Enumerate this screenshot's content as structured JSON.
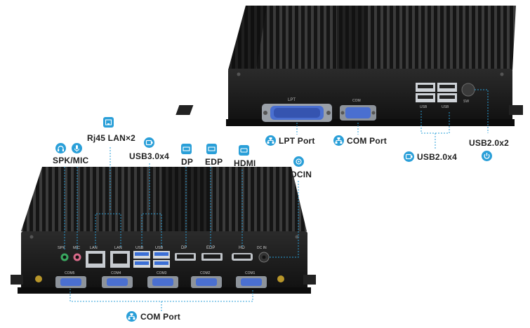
{
  "labels": {
    "lpt_port": "LPT Port",
    "com_port_top": "COM Port",
    "usb2x4": "USB2.0x4",
    "usb2x2": "USB2.0x2",
    "rj45": "Rj45 LAN×2",
    "spk_mic": "SPK/MIC",
    "usb3x4": "USB3.0x4",
    "dp": "DP",
    "edp": "EDP",
    "hdmi": "HDMI",
    "dcin": "DCIN",
    "com_port_bottom": "COM Port"
  },
  "silkscreen": {
    "lpt": "LPT",
    "com": "COM",
    "usb_a": "USB",
    "usb_b": "USB",
    "sw": "SW",
    "spk": "SPK",
    "mic": "MIC",
    "lan1": "LAN",
    "lan2": "LAN",
    "usb1": "USB",
    "usb2": "USB",
    "dp": "DP",
    "edp": "EDP",
    "hd": "HD",
    "dcin": "DC IN",
    "com1": "COM5",
    "com2": "COM4",
    "com3": "COM3",
    "com4": "COM2",
    "com5": "COM1"
  },
  "colors": {
    "accent": "#2a9fd8",
    "chassis": "#1b1b1b",
    "fin": "#2a2a2a",
    "port_blue": "#4a6fd0",
    "text": "#1e1e1e"
  }
}
